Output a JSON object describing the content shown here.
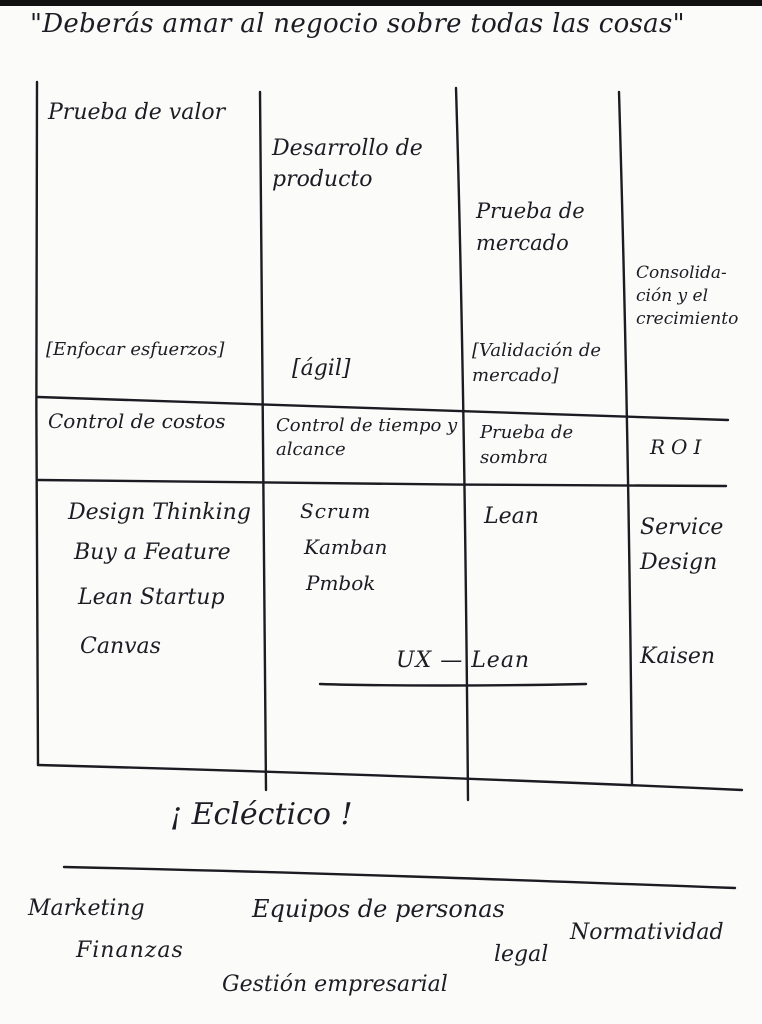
{
  "quote": "\"Deberás amar al negocio sobre todas las cosas\"",
  "headers": {
    "col1": "Prueba de valor",
    "col2": "Desarrollo de producto",
    "col3": "Prueba de mercado",
    "col4": "Consolida-ción y el crecimiento"
  },
  "approach": {
    "col1": "[Enfocar esfuerzos]",
    "col2": "[ágil]",
    "col3": "[Validación de mercado]"
  },
  "control": {
    "col1": "Control de costos",
    "col2": "Control de tiempo y alcance",
    "col3": "Prueba de sombra",
    "col4": "ROI"
  },
  "methods": {
    "col1": [
      "Design Thinking",
      "Buy a Feature",
      "Lean Startup",
      "Canvas"
    ],
    "col2": [
      "Scrum",
      "Kamban",
      "Pmbok"
    ],
    "col3": [
      "Lean"
    ],
    "col4": [
      "Service Design",
      "Kaisen"
    ],
    "shared": "UX — Lean"
  },
  "eclectic": "¡ Ecléctico !",
  "areas": {
    "marketing": "Marketing",
    "finanzas": "Finanzas",
    "equipos": "Equipos de personas",
    "gestion": "Gestión empresarial",
    "legal": "legal",
    "normatividad": "Normatividad"
  }
}
